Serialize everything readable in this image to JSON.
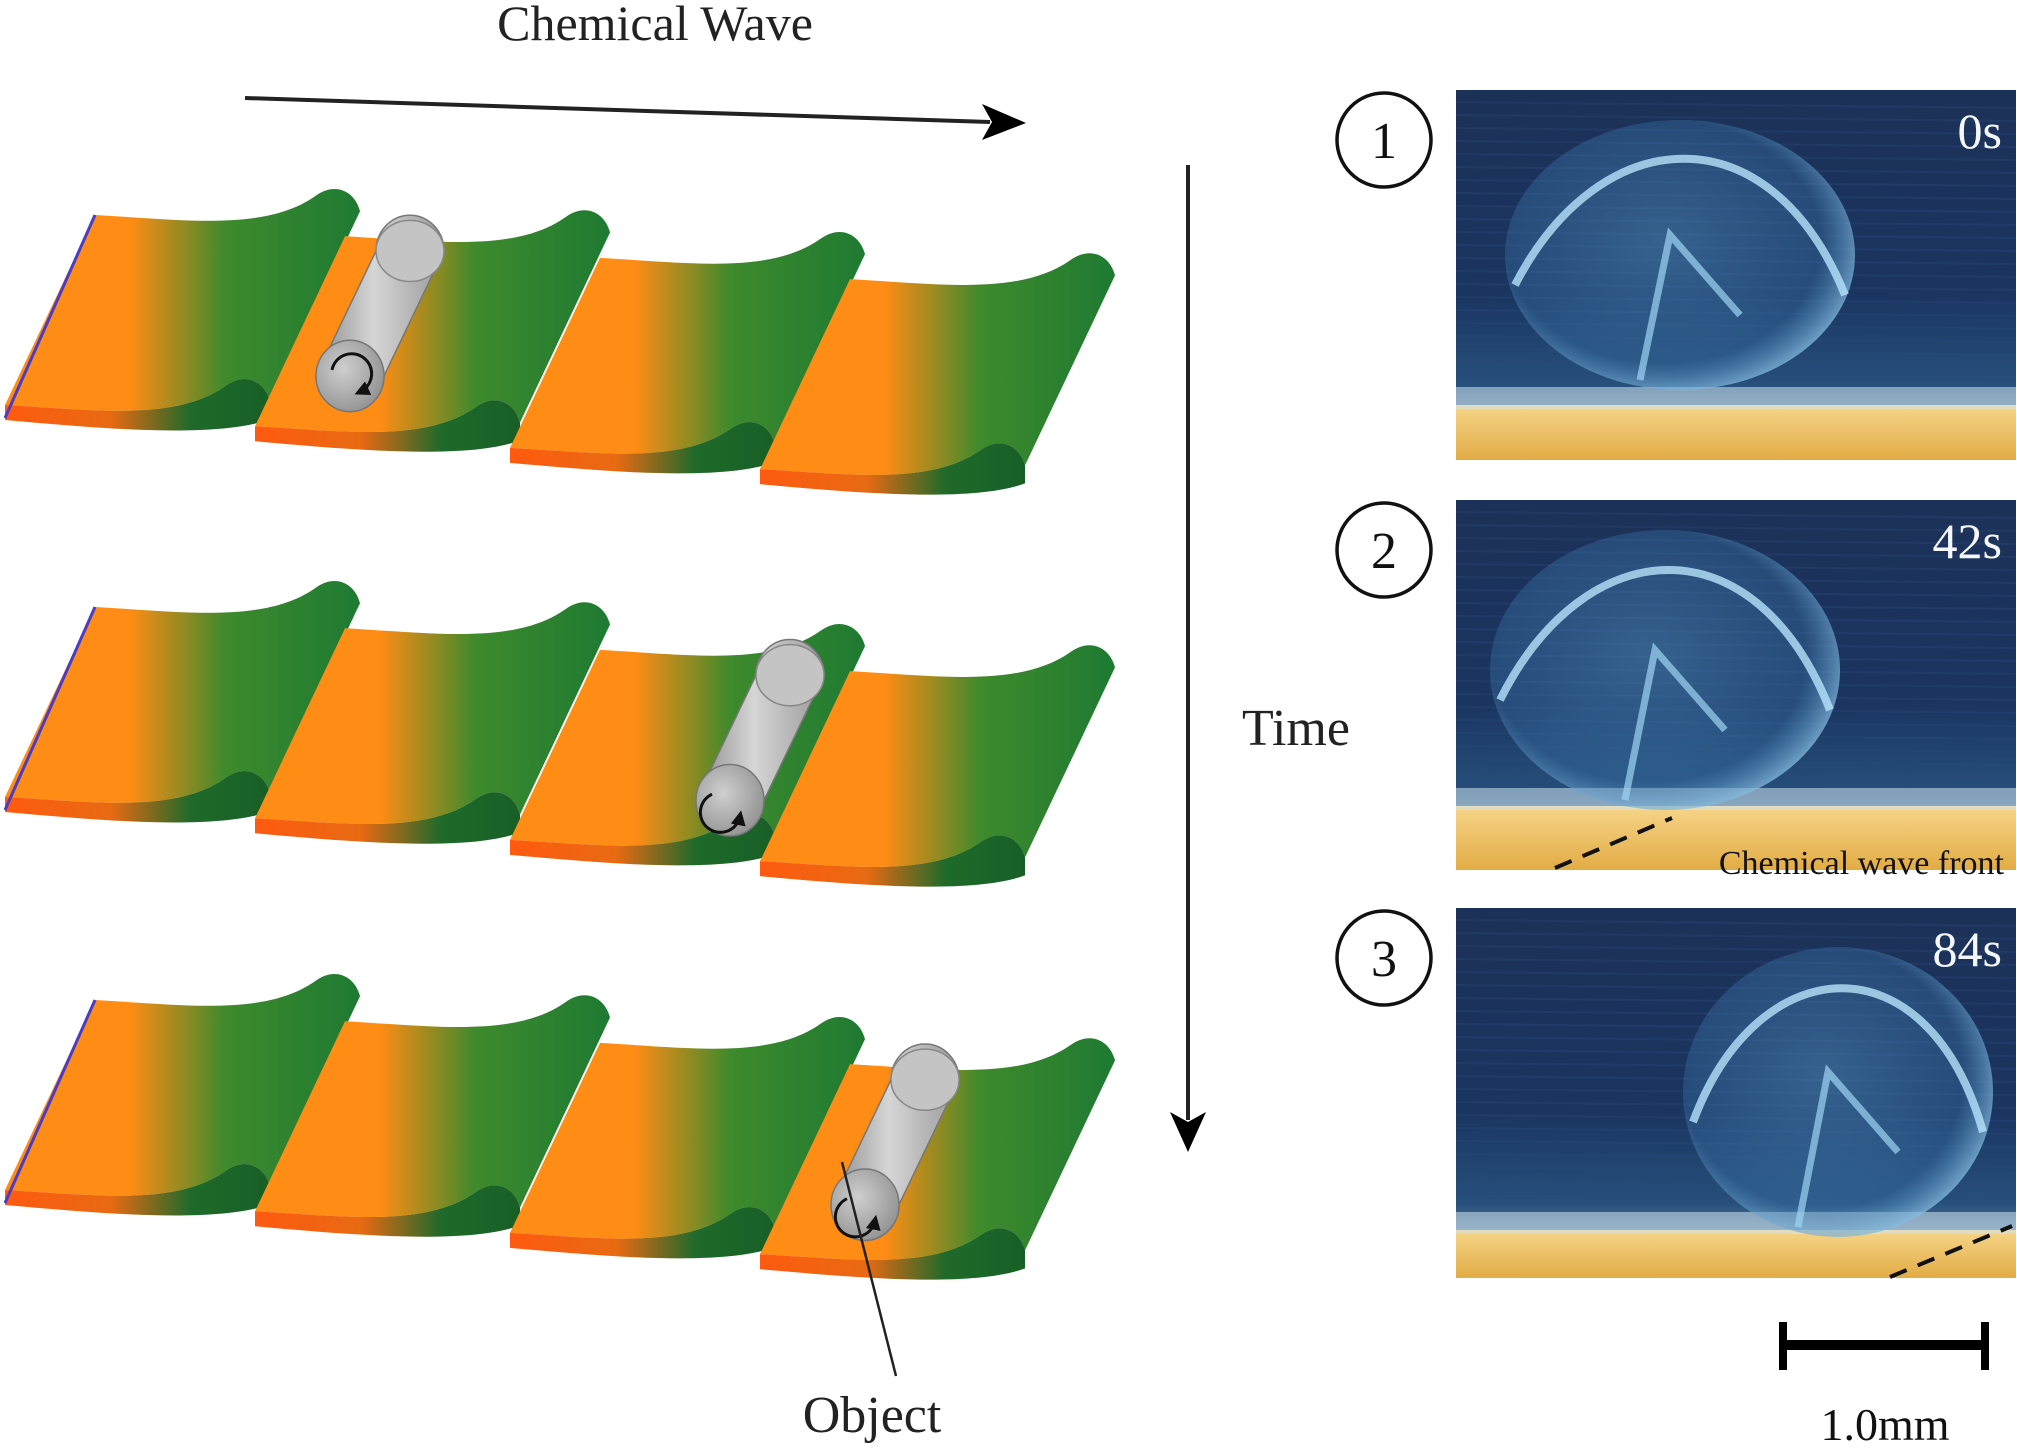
{
  "diagram": {
    "title": "Chemical Wave",
    "time_label": "Time",
    "object_label": "Object",
    "scale_bar_label": "1.0mm",
    "wave_front_label": "Chemical wave front"
  },
  "frames": [
    {
      "step": "1",
      "time": "0s"
    },
    {
      "step": "2",
      "time": "42s"
    },
    {
      "step": "3",
      "time": "84s"
    }
  ],
  "colors": {
    "wave_orange": "#ff8c14",
    "wave_green": "#1e7a32",
    "photo_dark": "#13274f",
    "photo_ground": "#e8b650",
    "object_gray": "#c8c8c8"
  }
}
